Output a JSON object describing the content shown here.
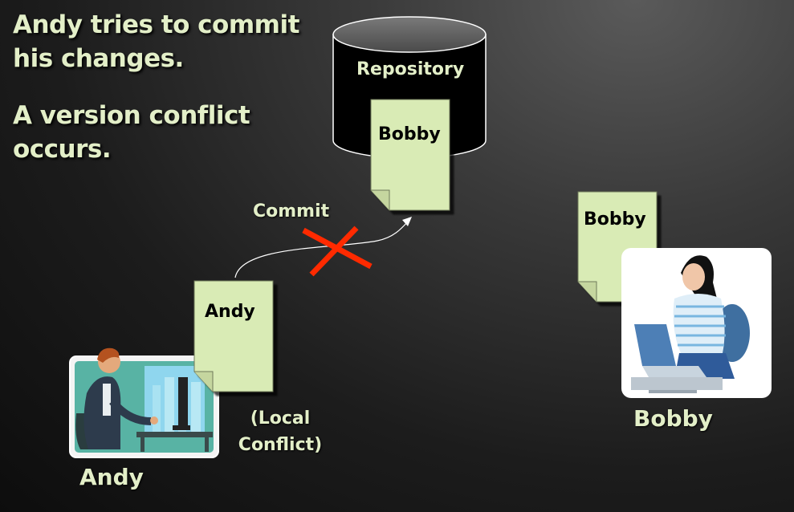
{
  "slide": {
    "heading_line_1": "Andy tries to commit his changes.",
    "heading_line_2": "A version conflict occurs."
  },
  "repository": {
    "label": "Repository",
    "doc_label": "Bobby"
  },
  "andy": {
    "doc_label": "Andy",
    "name": "Andy",
    "note": "(Local Conflict)"
  },
  "bobby": {
    "doc_label": "Bobby",
    "name": "Bobby"
  },
  "commit": {
    "label": "Commit"
  },
  "icons": {
    "andy_avatar": "man-at-computer-icon",
    "bobby_avatar": "woman-at-computer-icon",
    "conflict": "red-x-icon"
  },
  "colors": {
    "heading_text": "#e3efc8",
    "document_fill": "#d9ebb5",
    "conflict_mark": "#ff2a00"
  }
}
